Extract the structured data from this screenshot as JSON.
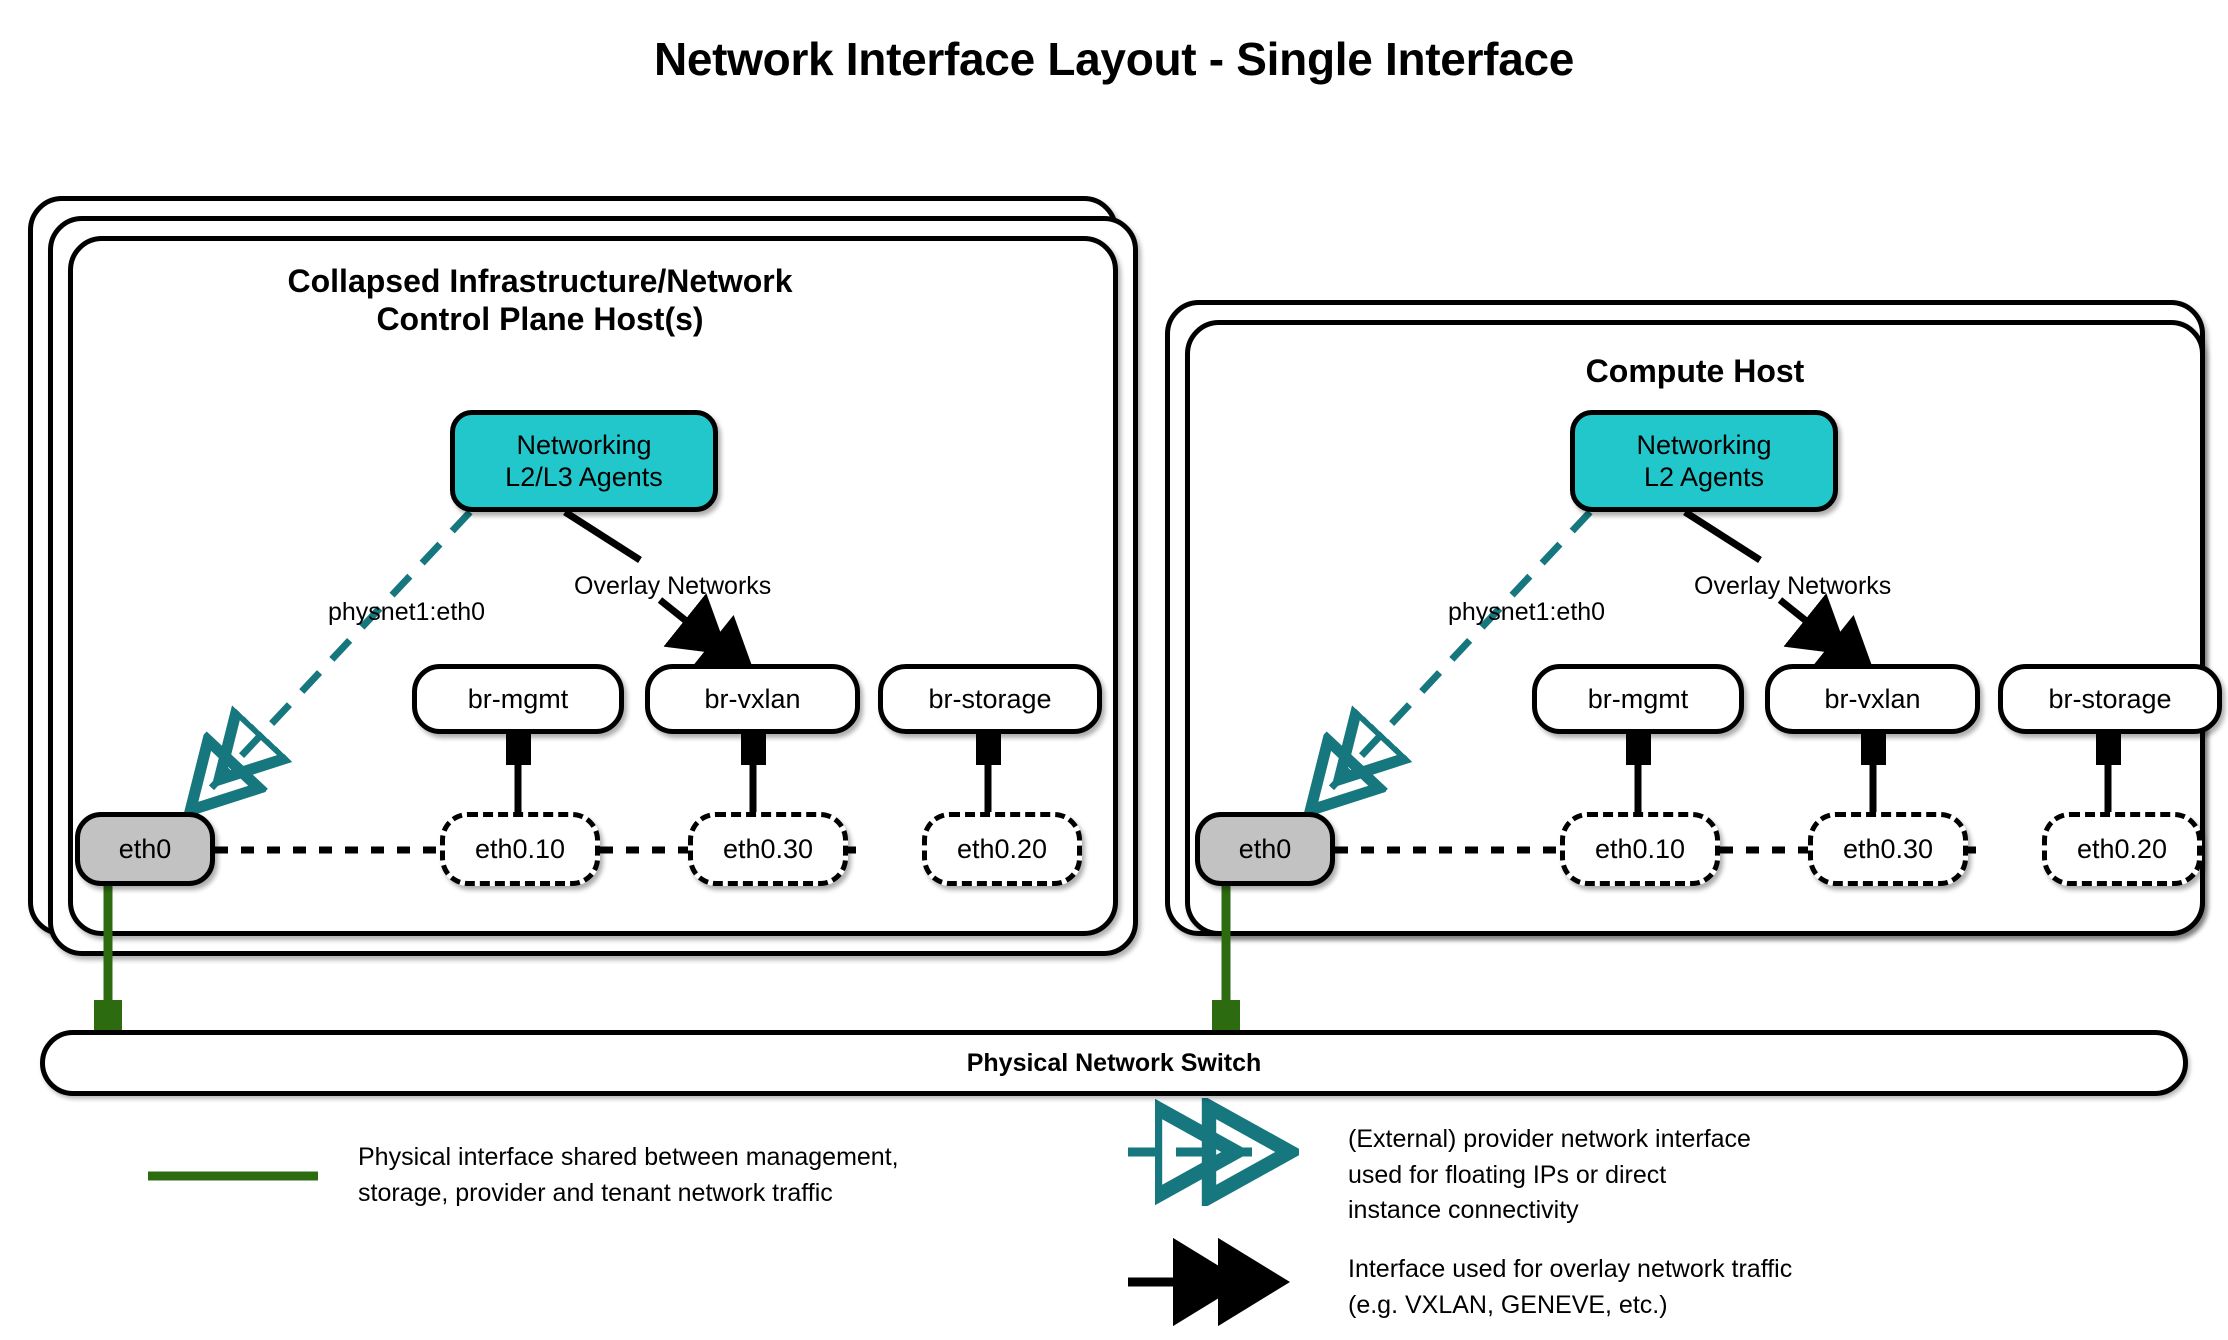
{
  "title": "Network Interface Layout - Single Interface",
  "colors": {
    "agent_fill": "#22c7cc",
    "phys_fill": "#c2c2c2",
    "provider_link": "#17777e",
    "physical_link": "#2d6b11",
    "stroke": "#000000"
  },
  "hosts": [
    {
      "id": "control-plane",
      "title_line1": "Collapsed Infrastructure/Network",
      "title_line2": "Control Plane Host(s)",
      "stack_count": 3,
      "agent": {
        "line1": "Networking",
        "line2": "L2/L3 Agents"
      },
      "edge_labels": {
        "provider": "physnet1:eth0",
        "overlay": "Overlay Networks"
      },
      "physical_interface": "eth0",
      "bridges": [
        {
          "bridge": "br-mgmt",
          "vlan": "eth0.10"
        },
        {
          "bridge": "br-vxlan",
          "vlan": "eth0.30"
        },
        {
          "bridge": "br-storage",
          "vlan": "eth0.20"
        }
      ]
    },
    {
      "id": "compute",
      "title_line1": "Compute Host",
      "title_line2": "",
      "stack_count": 2,
      "agent": {
        "line1": "Networking",
        "line2": "L2 Agents"
      },
      "edge_labels": {
        "provider": "physnet1:eth0",
        "overlay": "Overlay Networks"
      },
      "physical_interface": "eth0",
      "bridges": [
        {
          "bridge": "br-mgmt",
          "vlan": "eth0.10"
        },
        {
          "bridge": "br-vxlan",
          "vlan": "eth0.30"
        },
        {
          "bridge": "br-storage",
          "vlan": "eth0.20"
        }
      ]
    }
  ],
  "switch": {
    "label": "Physical Network Switch"
  },
  "legend": [
    {
      "id": "physical",
      "marker": "solid-green-line",
      "line1": "Physical interface shared between management,",
      "line2": "storage, provider and tenant network traffic",
      "line3": ""
    },
    {
      "id": "provider",
      "marker": "dashed-teal-double-arrow",
      "line1": "(External) provider network interface",
      "line2": "used for floating IPs or direct",
      "line3": "instance connectivity"
    },
    {
      "id": "overlay",
      "marker": "solid-black-double-arrow",
      "line1": "Interface used for overlay network traffic",
      "line2": "(e.g. VXLAN, GENEVE, etc.)",
      "line3": ""
    }
  ]
}
